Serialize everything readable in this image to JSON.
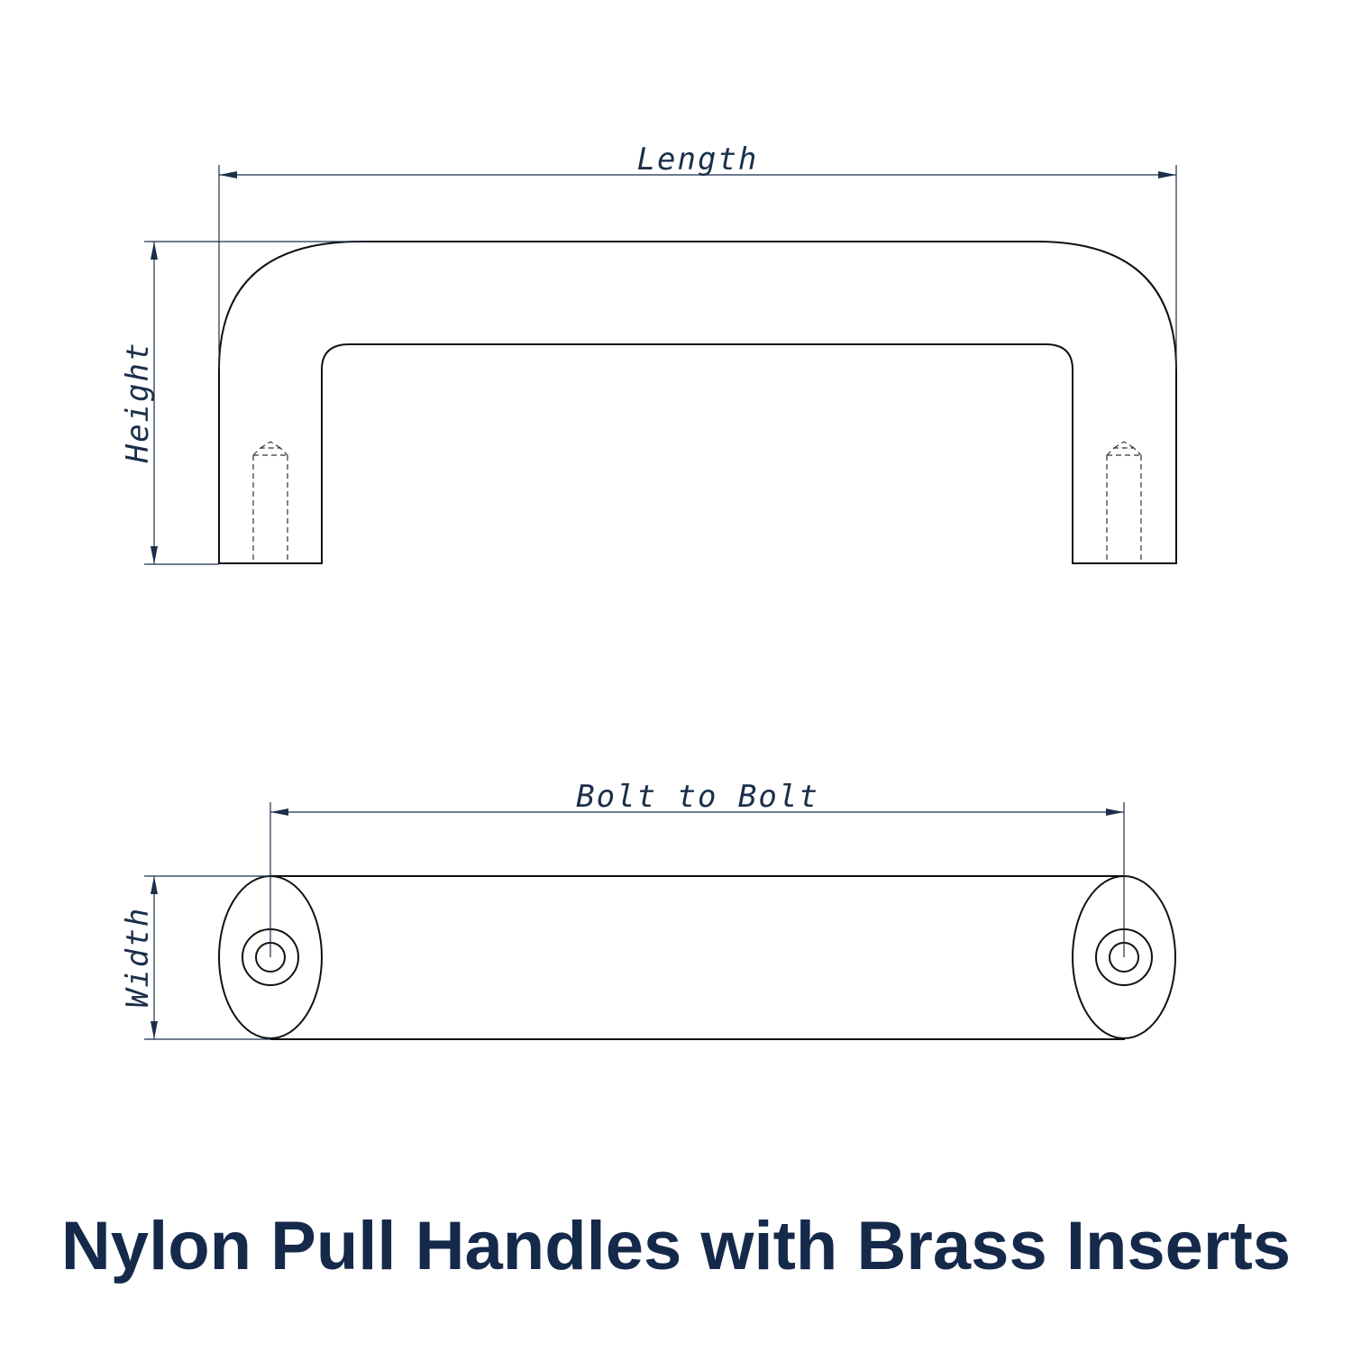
{
  "top_view": {
    "length_label": "Length",
    "height_label": "Height"
  },
  "bottom_view": {
    "bolt_label": "Bolt to Bolt",
    "width_label": "Width"
  },
  "title": "Nylon Pull Handles with Brass Inserts",
  "colors": {
    "dimension": "#1b2f4a",
    "title": "#15294a",
    "outline": "#111111"
  }
}
